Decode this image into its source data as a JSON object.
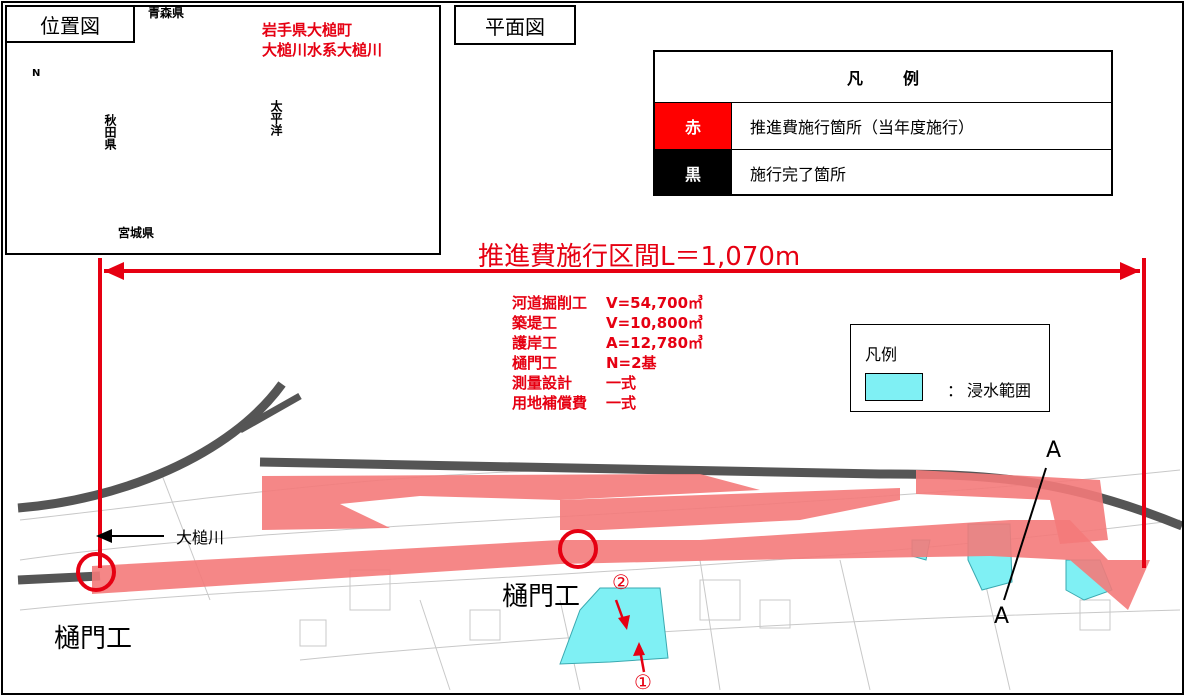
{
  "location_map": {
    "title": "位置図",
    "place_line1": "岩手県大槌町",
    "place_line2": "大槌川水系大槌川",
    "north_label": "N",
    "pref_aomori": "青森県",
    "pref_akita": "秋田県",
    "pref_miyagi": "宮城県",
    "pacific": "太平洋"
  },
  "plan_title": "平面図",
  "legend": {
    "title": "凡例",
    "rows": [
      {
        "swatch_label": "赤",
        "swatch_color": "#ff0000",
        "text": "推進費施行箇所（当年度施行）"
      },
      {
        "swatch_label": "黒",
        "swatch_color": "#000000",
        "text": "施行完了箇所"
      }
    ]
  },
  "section_title": "推進費施行区間L＝1,070m",
  "works": [
    {
      "name": "河道掘削工",
      "value": "V=54,700㎥"
    },
    {
      "name": "築堤工",
      "value": "V=10,800㎥"
    },
    {
      "name": "護岸工",
      "value": "A=12,780㎥"
    },
    {
      "name": "樋門工",
      "value": "N=2基"
    },
    {
      "name": "測量設計",
      "value": "一式"
    },
    {
      "name": "用地補償費",
      "value": "一式"
    }
  ],
  "flood_legend": {
    "title": "凡例",
    "colon": "：",
    "label": "浸水範囲",
    "color": "#7ff0f4"
  },
  "map_labels": {
    "river_name": "大槌川",
    "sluice_left": "樋門工",
    "sluice_center": "樋門工",
    "marker_1": "①",
    "marker_2": "②",
    "section_a_top": "A",
    "section_a_bottom": "A"
  },
  "colors": {
    "accent_red": "#e60012",
    "construction_fill": "#f47a7a",
    "flood_fill": "#7ff0f4",
    "road": "#555555"
  }
}
